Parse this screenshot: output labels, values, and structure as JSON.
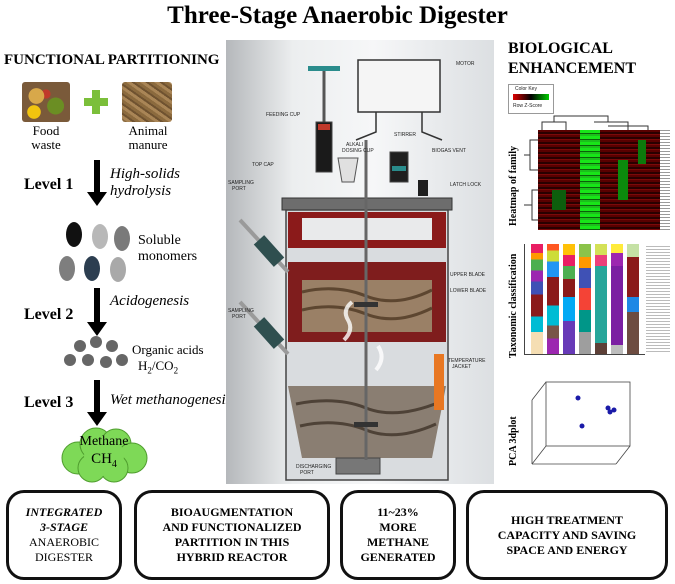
{
  "title": "Three-Stage Anaerobic Digester",
  "left": {
    "heading": "FUNCTIONAL PARTITIONING",
    "feed1": "Food waste",
    "feed2": "Animal manure",
    "level1": "Level 1",
    "proc1a": "High-solids",
    "proc1b": "hydrolysis",
    "prod1a": "Soluble",
    "prod1b": "monomers",
    "level2": "Level 2",
    "proc2": "Acidogenesis",
    "prod2a": "Organic acids",
    "prod2b": "H",
    "prod2c": "/CO",
    "level3": "Level 3",
    "proc3": "Wet methanogenesis",
    "product_a": "Methane",
    "product_b": "CH"
  },
  "reactor_labels": {
    "motor": "MOTOR",
    "feeding_cup": "FEEDING CUP",
    "alkali": "ALKALI",
    "dosing": "DOSING CUP",
    "stirrer": "STIRRER",
    "biogas": "BIOGAS VENT",
    "top_cap": "TOP CAP",
    "latch": "LATCH LOCK",
    "sampling1": "SAMPLING",
    "port1": "PORT",
    "upper_blade": "UPPER BLADE",
    "lower_blade": "LOWER BLADE",
    "sampling2": "SAMPLING",
    "port2": "PORT",
    "temperature": "TEMPERATURE",
    "jacket": "JACKET",
    "discharging": "DISCHARGING",
    "port3": "PORT"
  },
  "right": {
    "heading1": "BIOLOGICAL",
    "heading2": "ENHANCEMENT",
    "color_key": "Color Key",
    "row_z": "Row Z-Score",
    "heatmap_label": "Heatmap of family",
    "taxonomic_label": "Taxonomic classification",
    "pca_label": "PCA 3dplot"
  },
  "boxes": {
    "b1_line1": "INTEGRATED",
    "b1_line2": "3-STAGE",
    "b1_line3": "ANAEROBIC",
    "b1_line4": "DIGESTER",
    "b2_line1": "BIOAUGMENTATION",
    "b2_line2": "AND FUNCTIONALIZED",
    "b2_line3": "PARTITION IN THIS",
    "b2_line4": "HYBRID REACTOR",
    "b3_line1": "11~23%",
    "b3_line2": "MORE",
    "b3_line3": "METHANE",
    "b3_line4": "GENERATED",
    "b4_line1": "HIGH TREATMENT",
    "b4_line2": "CAPACITY AND SAVING",
    "b4_line3": "SPACE AND ENERGY"
  },
  "colors": {
    "arrow": "#000000",
    "plus": "#7bbf3a",
    "cloud": "#7ed957",
    "heat_red": "#8b0000",
    "heat_green": "#18e518",
    "jacket": "#e87722"
  }
}
